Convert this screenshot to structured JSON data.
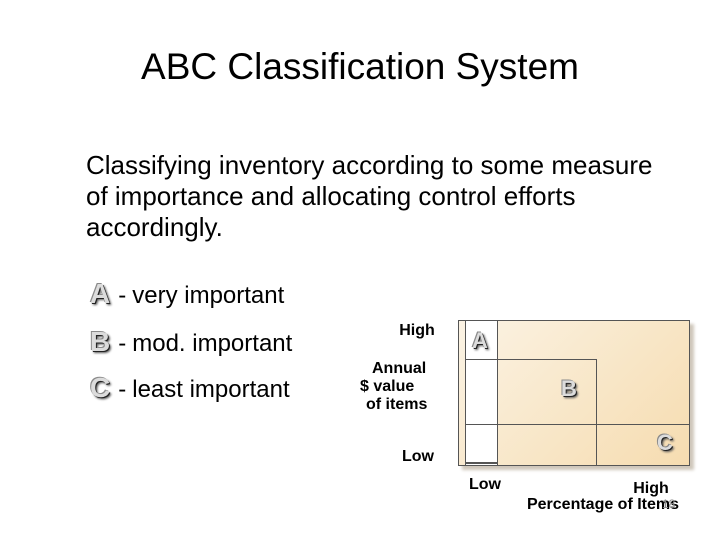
{
  "title": "ABC Classification System",
  "intro": "Classifying inventory according to some measure of importance and allocating control efforts accordingly.",
  "classes": [
    {
      "letter": "A",
      "dash": "-",
      "desc": "very important"
    },
    {
      "letter": "B",
      "dash": "-",
      "desc": "mod. important"
    },
    {
      "letter": "C",
      "dash": "-",
      "desc": "least important"
    }
  ],
  "chart": {
    "y_high": "High",
    "y_label": [
      "Annual",
      "$ value",
      "of items"
    ],
    "y_low": "Low",
    "x_low": "Low",
    "x_high": "High",
    "x_label": "Percentage of Items",
    "zones": [
      "A",
      "B",
      "C"
    ]
  },
  "page_number": "18"
}
